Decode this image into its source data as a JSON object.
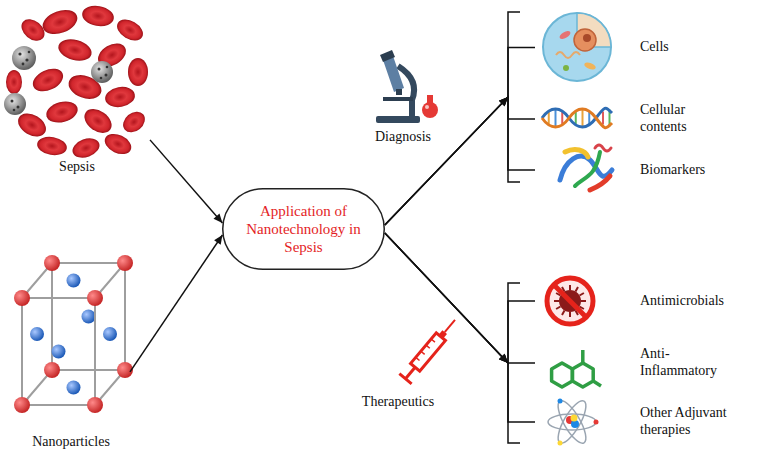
{
  "diagram": {
    "nodes": [
      {
        "text": [
          "Sepsis"
        ]
      },
      {
        "text": [
          "Nanoparticles"
        ]
      },
      {
        "text": [
          "Application of Nanotechnology in Sepsis"
        ]
      },
      {
        "text": [
          "Cells"
        ]
      },
      {
        "text": [
          "Cellular contents"
        ]
      },
      {
        "text": [
          "Biomarkers"
        ]
      },
      {
        "text": [
          "Antimicrobials"
        ]
      },
      {
        "text": [
          "Anti-Inflammatory"
        ]
      },
      {
        "text": [
          "Other Adjuvant therapies"
        ]
      }
    ],
    "edges": [
      {
        "from": 0,
        "to": 2,
        "arrow": "to"
      },
      {
        "from": 1,
        "to": 2,
        "arrow": "to"
      },
      {
        "from": 2,
        "to": 3,
        "arrow": "to"
      },
      {
        "from": 2,
        "to": 4,
        "arrow": "to"
      },
      {
        "from": 2,
        "to": 5,
        "arrow": "to"
      },
      {
        "from": 2,
        "to": 6,
        "arrow": "to"
      },
      {
        "from": 2,
        "to": 7,
        "arrow": "to"
      },
      {
        "from": 2,
        "to": 8,
        "arrow": "to"
      }
    ],
    "labels": [
      "Diagnosis",
      "Therapeutics"
    ]
  }
}
